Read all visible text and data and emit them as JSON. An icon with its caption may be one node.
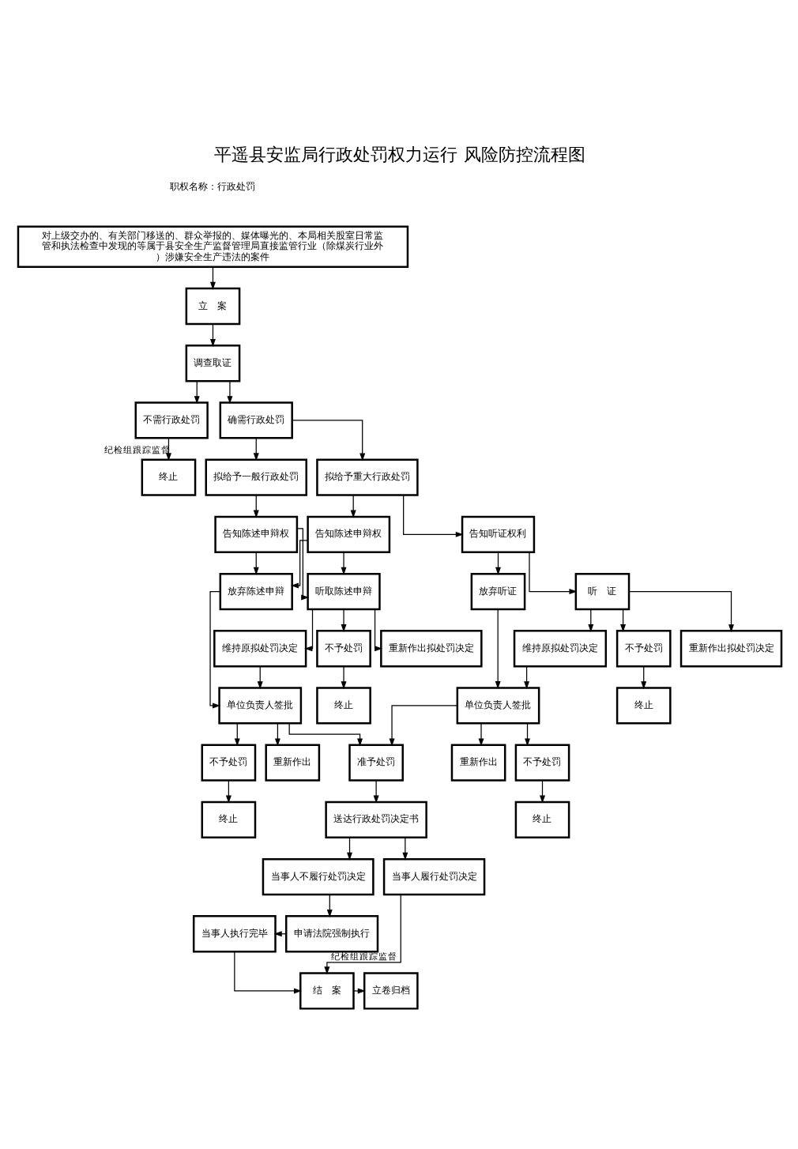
{
  "diagram": {
    "title": "平遥县安监局行政处罚权力运行 风险防控流程图",
    "nodes": [
      {
        "text": [
          "对上级交办的、有关部门移送的、群众举报的、媒体曝光的、本局相关股室日常监管和执法检查中发现的等属于县安全生产监督管理局直接监管行业（除煤炭行业外）涉嫌安全生产违法的案件"
        ]
      },
      {
        "text": [
          "立　案"
        ]
      },
      {
        "text": [
          "调查取证"
        ]
      },
      {
        "text": [
          "不需行政处罚"
        ]
      },
      {
        "text": [
          "确需行政处罚"
        ]
      },
      {
        "text": [
          "终止"
        ]
      },
      {
        "text": [
          "拟给予一般行政处罚"
        ]
      },
      {
        "text": [
          "拟给予重大行政处罚"
        ]
      },
      {
        "text": [
          "告知陈述申辩权"
        ]
      },
      {
        "text": [
          "告知陈述申辩权"
        ]
      },
      {
        "text": [
          "告知听证权利"
        ]
      },
      {
        "text": [
          "听取陈述申辩"
        ]
      },
      {
        "text": [
          "放弃陈述申辩"
        ]
      },
      {
        "text": [
          "放弃听证"
        ]
      },
      {
        "text": [
          "听　证"
        ]
      },
      {
        "text": [
          "重新作出拟处罚决定"
        ]
      },
      {
        "text": [
          "不予处罚"
        ]
      },
      {
        "text": [
          "维持原拟处罚决定"
        ]
      },
      {
        "text": [
          "维持原拟处罚决定"
        ]
      },
      {
        "text": [
          "不予处罚"
        ]
      },
      {
        "text": [
          "重新作出拟处罚决定"
        ]
      },
      {
        "text": [
          "终止"
        ]
      },
      {
        "text": [
          "终止"
        ]
      },
      {
        "text": [
          "单位负责人签批"
        ]
      },
      {
        "text": [
          "单位负责人签批"
        ]
      },
      {
        "text": [
          "重新作出"
        ]
      },
      {
        "text": [
          "不予处罚"
        ]
      },
      {
        "text": [
          "准予处罚"
        ]
      },
      {
        "text": [
          "不予处罚"
        ]
      },
      {
        "text": [
          "重新作出"
        ]
      },
      {
        "text": [
          "终止"
        ]
      },
      {
        "text": [
          "送达行政处罚决定书"
        ]
      },
      {
        "text": [
          "终止"
        ]
      },
      {
        "text": [
          "当事人履行处罚决定"
        ]
      },
      {
        "text": [
          "当事人不履行处罚决定"
        ]
      },
      {
        "text": [
          "申请法院强制执行"
        ]
      },
      {
        "text": [
          "当事人执行完毕"
        ]
      },
      {
        "text": [
          "结　案"
        ]
      },
      {
        "text": [
          "立卷归档"
        ]
      }
    ],
    "edges": [
      {
        "from": 0,
        "to": 1,
        "arrow": "to"
      },
      {
        "from": 1,
        "to": 2,
        "arrow": "to"
      },
      {
        "from": 2,
        "to": 3,
        "arrow": "to"
      },
      {
        "from": 2,
        "to": 4,
        "arrow": "to"
      },
      {
        "from": 3,
        "to": 5,
        "arrow": "to",
        "label": "纪检组跟踪监督"
      },
      {
        "from": 4,
        "to": 6,
        "arrow": "to"
      },
      {
        "from": 4,
        "to": 7,
        "arrow": "to"
      },
      {
        "from": 6,
        "to": 8,
        "arrow": "to"
      },
      {
        "from": 7,
        "to": 9,
        "arrow": "to"
      },
      {
        "from": 7,
        "to": 10,
        "arrow": "to"
      },
      {
        "from": 8,
        "to": 11,
        "arrow": "to"
      },
      {
        "from": 8,
        "to": 12,
        "arrow": "to"
      },
      {
        "from": 9,
        "to": 11,
        "arrow": "to"
      },
      {
        "from": 9,
        "to": 12,
        "arrow": "to"
      },
      {
        "from": 10,
        "to": 13,
        "arrow": "to"
      },
      {
        "from": 10,
        "to": 14,
        "arrow": "to"
      },
      {
        "from": 11,
        "to": 15,
        "arrow": "to"
      },
      {
        "from": 11,
        "to": 16,
        "arrow": "to"
      },
      {
        "from": 11,
        "to": 17,
        "arrow": "to"
      },
      {
        "from": 14,
        "to": 18,
        "arrow": "to"
      },
      {
        "from": 14,
        "to": 19,
        "arrow": "to"
      },
      {
        "from": 14,
        "to": 20,
        "arrow": "to"
      },
      {
        "from": 16,
        "to": 21,
        "arrow": "to"
      },
      {
        "from": 19,
        "to": 22,
        "arrow": "to"
      },
      {
        "from": 12,
        "to": 23,
        "arrow": "to"
      },
      {
        "from": 17,
        "to": 23,
        "arrow": "to"
      },
      {
        "from": 13,
        "to": 24,
        "arrow": "to"
      },
      {
        "from": 18,
        "to": 24,
        "arrow": "to"
      },
      {
        "from": 23,
        "to": 25,
        "arrow": "to"
      },
      {
        "from": 23,
        "to": 26,
        "arrow": "to"
      },
      {
        "from": 23,
        "to": 27,
        "arrow": "to"
      },
      {
        "from": 24,
        "to": 27,
        "arrow": "to"
      },
      {
        "from": 24,
        "to": 28,
        "arrow": "to"
      },
      {
        "from": 24,
        "to": 29,
        "arrow": "to"
      },
      {
        "from": 26,
        "to": 30,
        "arrow": "to"
      },
      {
        "from": 27,
        "to": 31,
        "arrow": "to"
      },
      {
        "from": 28,
        "to": 32,
        "arrow": "to"
      },
      {
        "from": 31,
        "to": 33,
        "arrow": "to"
      },
      {
        "from": 31,
        "to": 34,
        "arrow": "to"
      },
      {
        "from": 34,
        "to": 35,
        "arrow": "to"
      },
      {
        "from": 35,
        "to": 36,
        "arrow": "to"
      },
      {
        "from": 33,
        "to": 37,
        "arrow": "to",
        "label": "纪检组跟踪监督"
      },
      {
        "from": 36,
        "to": 37,
        "arrow": "to"
      },
      {
        "from": 37,
        "to": 38,
        "arrow": "to"
      }
    ],
    "labels": [
      "职权名称：行政处罚"
    ]
  }
}
